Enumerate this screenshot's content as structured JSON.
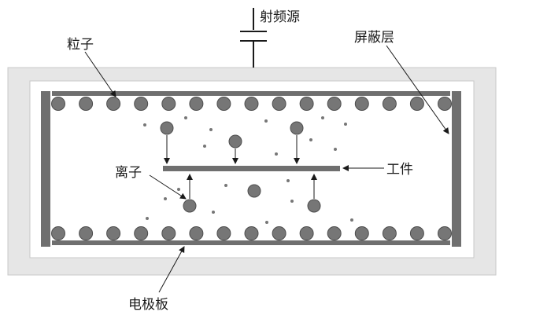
{
  "labels": {
    "rf_source": "射频源",
    "particle": "粒子",
    "shield": "屏蔽层",
    "ion": "离子",
    "workpiece": "工件",
    "electrode": "电极板"
  },
  "colors": {
    "shield_fill": "#e6e6e6",
    "shield_stroke": "#c8c8c8",
    "plate": "#6f6f6f",
    "particle": "#767676",
    "particle_stroke": "#4d4d4d",
    "line": "#1a1a1a"
  }
}
